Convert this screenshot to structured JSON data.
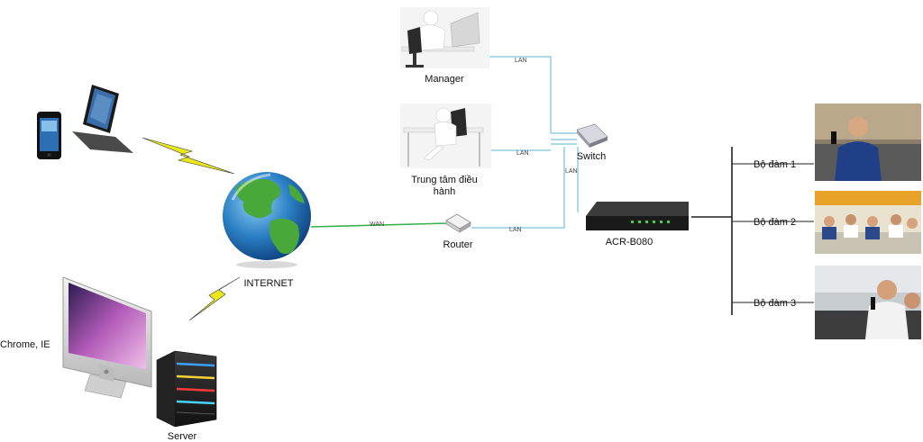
{
  "labels": {
    "manager": "Manager",
    "dispatch_line1": "Trung tâm điều",
    "dispatch_line2": "hành",
    "switch": "Switch",
    "router": "Router",
    "internet": "INTERNET",
    "client": "Chrome, IE",
    "server": "Server",
    "recorder": "ACR-B080",
    "radio1": "Bộ đàm 1",
    "radio2": "Bộ đàm 2",
    "radio3": "Bộ đàm 3"
  },
  "links": {
    "lan": "LAN",
    "wan": "WAN"
  },
  "colors": {
    "lan_line": "#5ab6d6",
    "wan_line": "#37b24d",
    "radio_line": "#222222",
    "lightning": "#e8e81a",
    "globe_sea": "#2b7fc4",
    "globe_land": "#49a83a"
  },
  "icons": {
    "manager": "person-at-desk-icon",
    "dispatch": "person-on-phone-icon",
    "switch": "network-switch-icon",
    "router": "router-icon",
    "internet": "globe-icon",
    "mobile": "phone-tablet-icon",
    "client": "desktop-monitor-icon",
    "server": "server-tower-icon",
    "recorder": "voice-recorder-device-icon",
    "radio": "radio-operator-photo-icon"
  }
}
